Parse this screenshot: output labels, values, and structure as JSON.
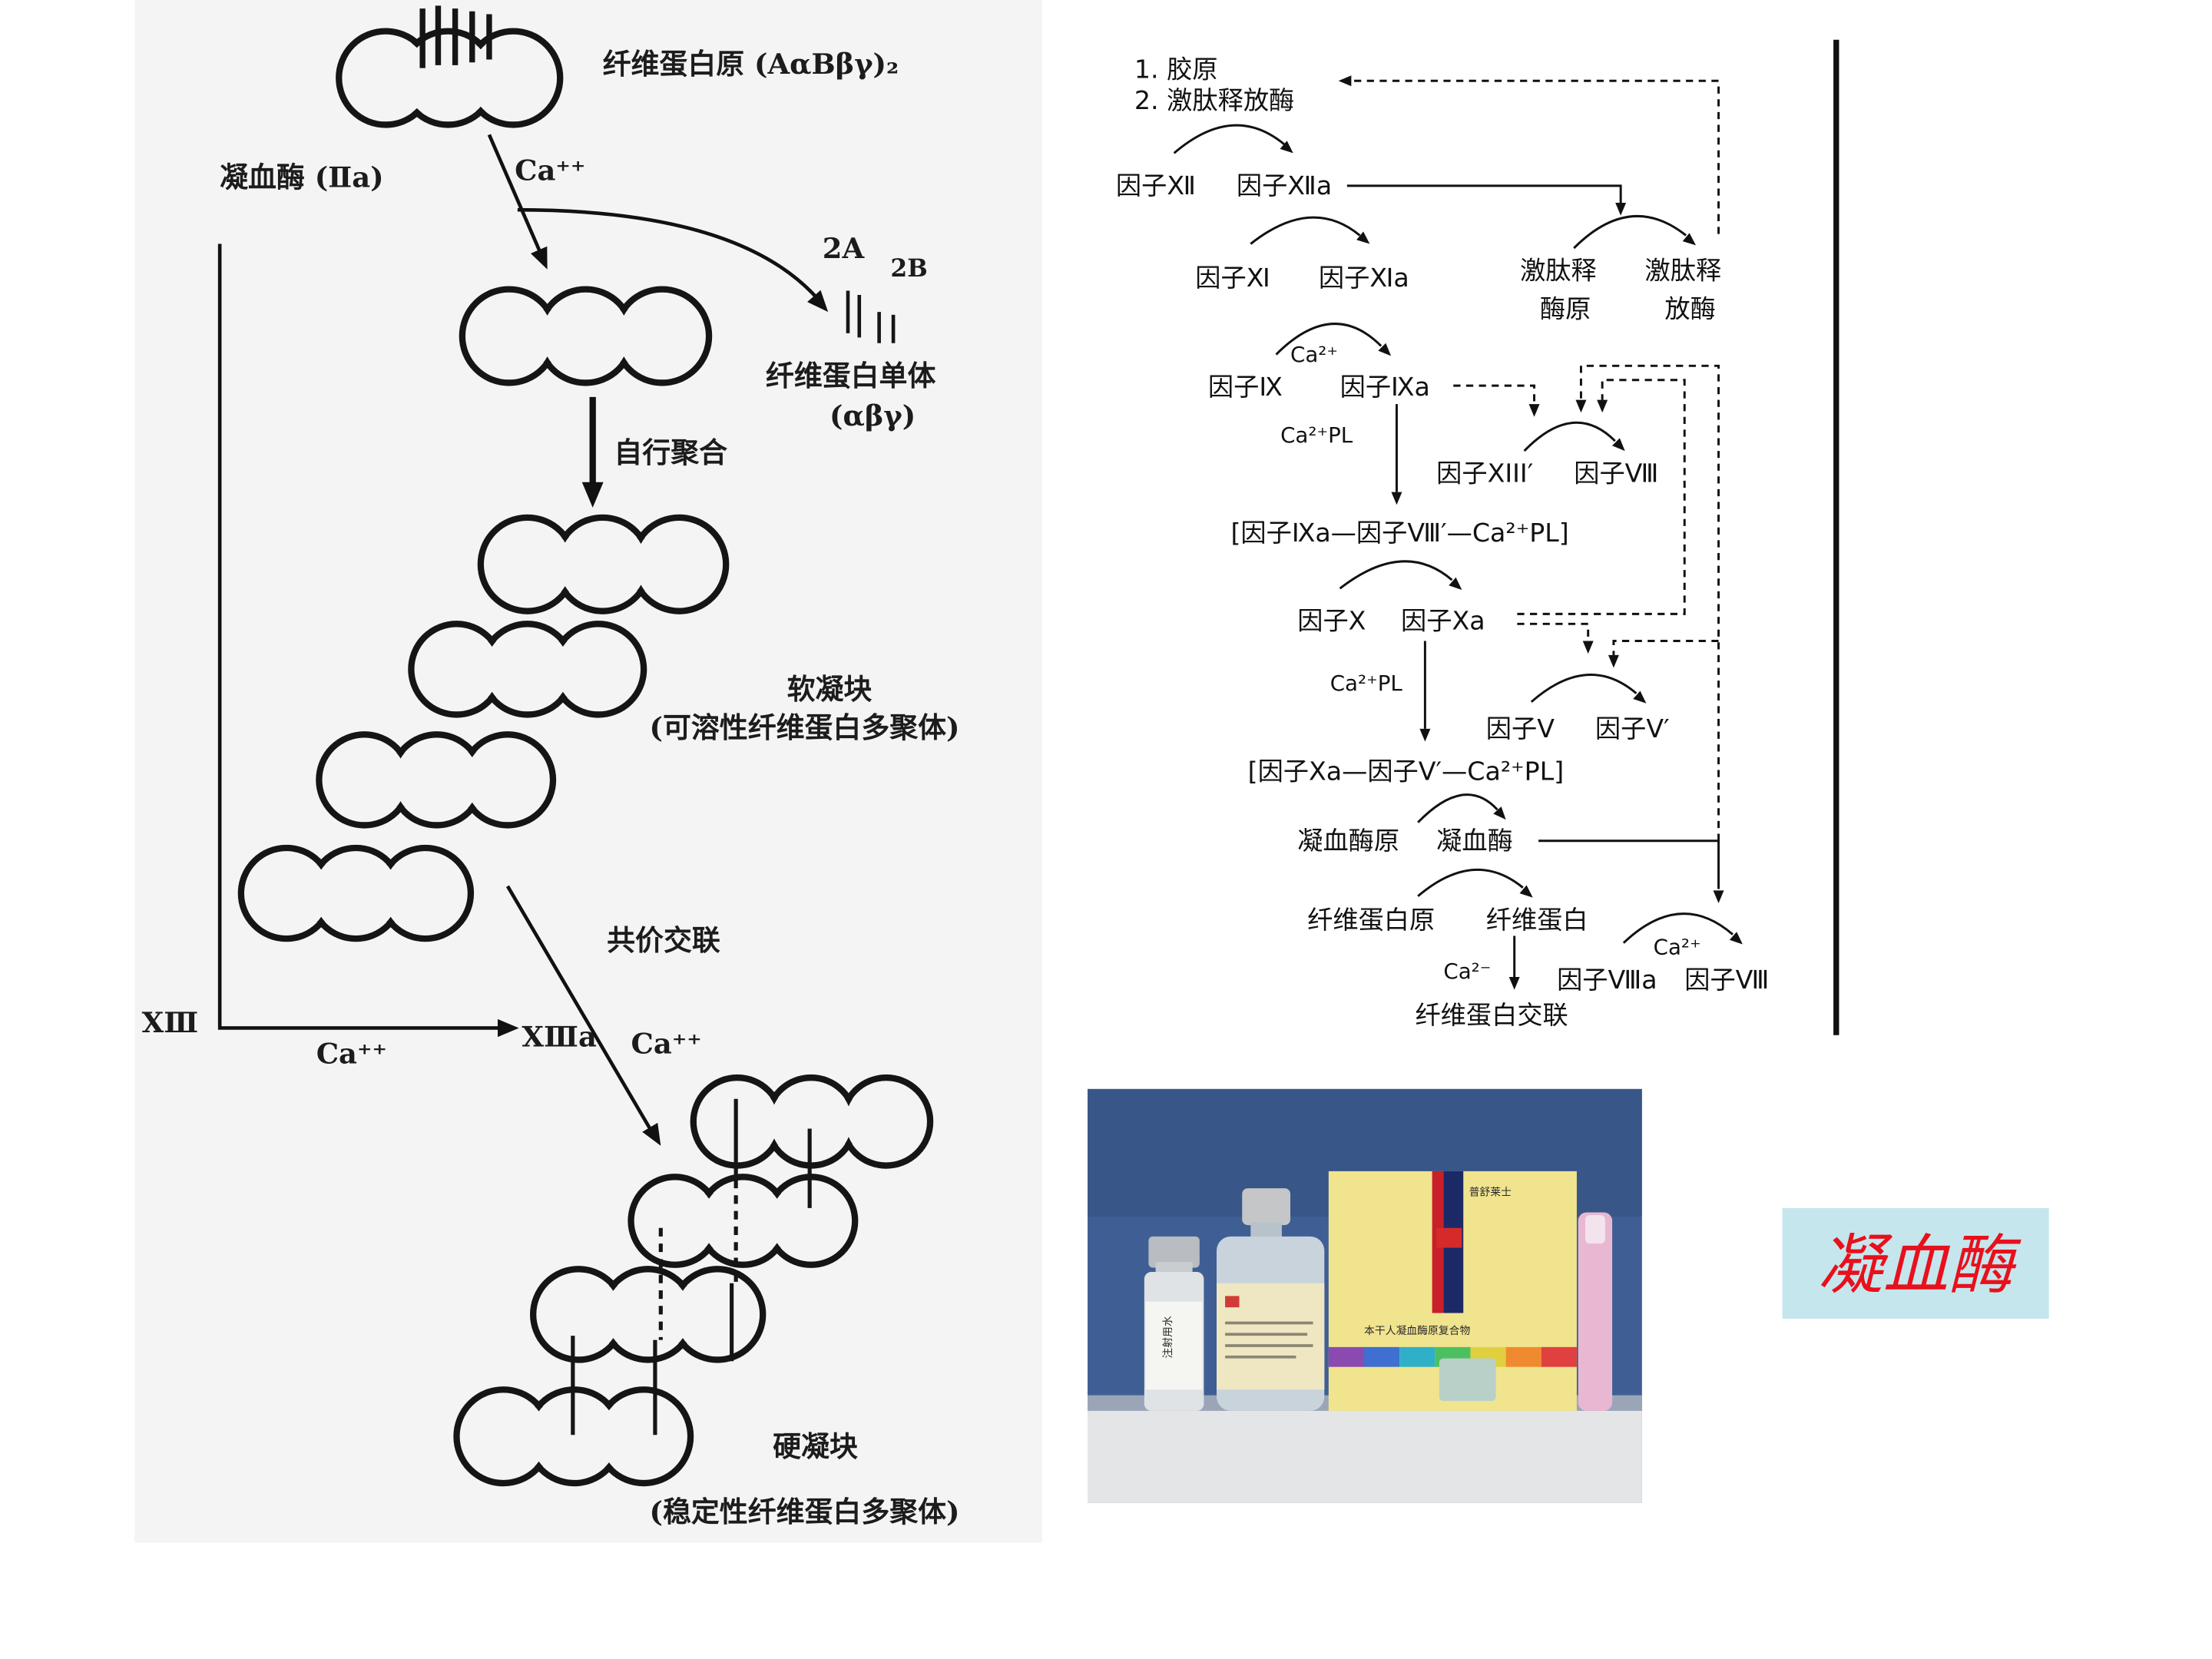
{
  "fibrin_diagram": {
    "fibrinogen_label": "纤维蛋白原 (AαBβγ)₂",
    "thrombin_label": "凝血酶 (Ⅱa)",
    "ca_cleavage": "Ca⁺⁺",
    "fibrinopeptide_a": "2A",
    "fibrinopeptide_b": "2B",
    "monomer_label": "纤维蛋白单体",
    "monomer_formula": "(αβγ)",
    "self_polymerize": "自行聚合",
    "soft_clot": "软凝块",
    "soft_clot_desc": "(可溶性纤维蛋白多聚体)",
    "covalent_crosslink": "共价交联",
    "factor_13": "ⅩⅢ",
    "ca_activation": "Ca⁺⁺",
    "factor_13a": "ⅩⅢa",
    "ca_crosslink": "Ca⁺⁺",
    "hard_clot": "硬凝块",
    "hard_clot_desc": "(稳定性纤维蛋白多聚体)"
  },
  "cascade": {
    "trigger_1": "1. 胶原",
    "trigger_2": "2. 激肽释放酶",
    "f12": "因子Ⅻ",
    "f12a": "因子Ⅻa",
    "f11": "因子Ⅺ",
    "f11a": "因子Ⅺa",
    "prekallikrein_line1": "激肽释",
    "prekallikrein_line2": "酶原",
    "kallikrein_line1": "激肽释",
    "kallikrein_line2": "放酶",
    "ca_f9": "Ca²⁺",
    "f9": "因子Ⅸ",
    "f9a": "因子Ⅸa",
    "ca_pl_f9": "Ca²⁺PL",
    "f8_prime": "因子XIII′",
    "f8": "因子Ⅷ",
    "tenase_complex": "[因子Ⅸa—因子Ⅷ′—Ca²⁺PL]",
    "f10": "因子Ⅹ",
    "f10a": "因子Ⅹa",
    "ca_pl_f10": "Ca²⁺PL",
    "f5": "因子Ⅴ",
    "f5_prime": "因子Ⅴ′",
    "prothrombinase_complex": "[因子Ⅹa—因子Ⅴ′—Ca²⁺PL]",
    "prothrombin": "凝血酶原",
    "thrombin": "凝血酶",
    "fibrinogen": "纤维蛋白原",
    "fibrin": "纤维蛋白",
    "ca_fibrin": "Ca²⁻",
    "ca_f13": "Ca²⁺",
    "f13a": "因子Ⅷa",
    "f13": "因子Ⅷ",
    "crosslinked_fibrin": "纤维蛋白交联"
  },
  "photo": {
    "vial_label": "注射用水",
    "box_brand": "普舒莱士",
    "box_product_name": "本干人凝血酶原复合物"
  },
  "slide_label": "凝血酶",
  "colors": {
    "slide_label_text": "#e8101c",
    "slide_label_bg": "#c5e6ec",
    "photo_backdrop": "#3f5f94",
    "product_box": "#f1e48f"
  }
}
